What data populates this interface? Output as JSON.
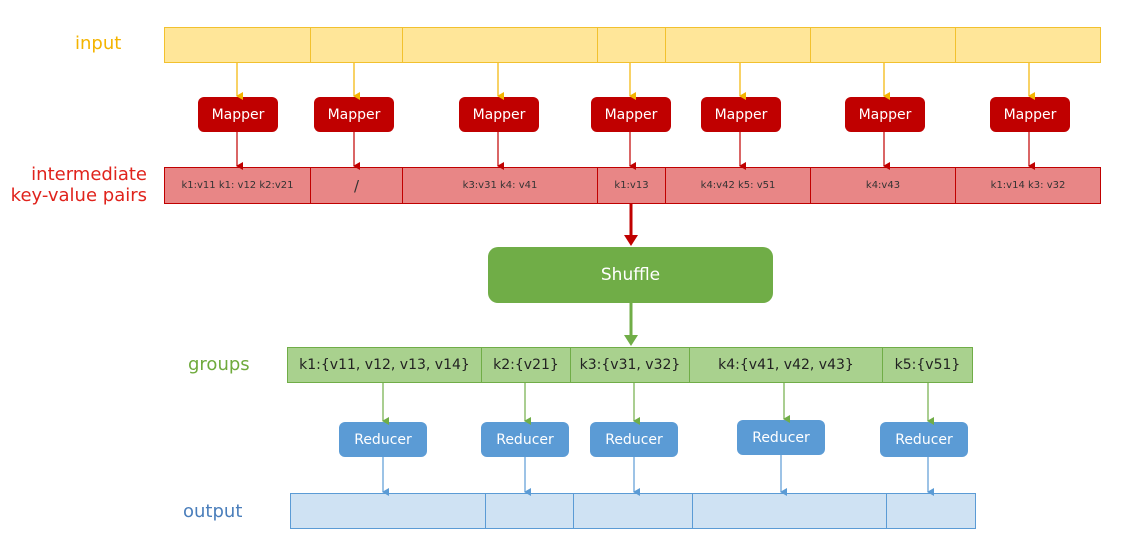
{
  "labels": {
    "input": "input",
    "intermediate_line1": "intermediate",
    "intermediate_line2": "key-value pairs",
    "groups": "groups",
    "output": "output"
  },
  "mapper_label": "Mapper",
  "reducer_label": "Reducer",
  "shuffle_label": "Shuffle",
  "intermediate_cells": [
    "k1:v11 k1: v12 k2:v21",
    "/",
    "k3:v31 k4: v41",
    "k1:v13",
    "k4:v42 k5: v51",
    "k4:v43",
    "k1:v14 k3: v32"
  ],
  "group_cells": [
    "k1:{v11, v12, v13, v14}",
    "k2:{v21}",
    "k3:{v31, v32}",
    "k4:{v41, v42, v43}",
    "k5:{v51}"
  ],
  "colors": {
    "input_fill": "#ffe699",
    "input_arrow": "#f4b400",
    "mapper": "#c00000",
    "intermediate_fill": "#e88686",
    "shuffle": "#70ad47",
    "groups_fill": "#a9d18e",
    "reducer": "#5b9bd5",
    "output_fill": "#cfe2f3"
  }
}
